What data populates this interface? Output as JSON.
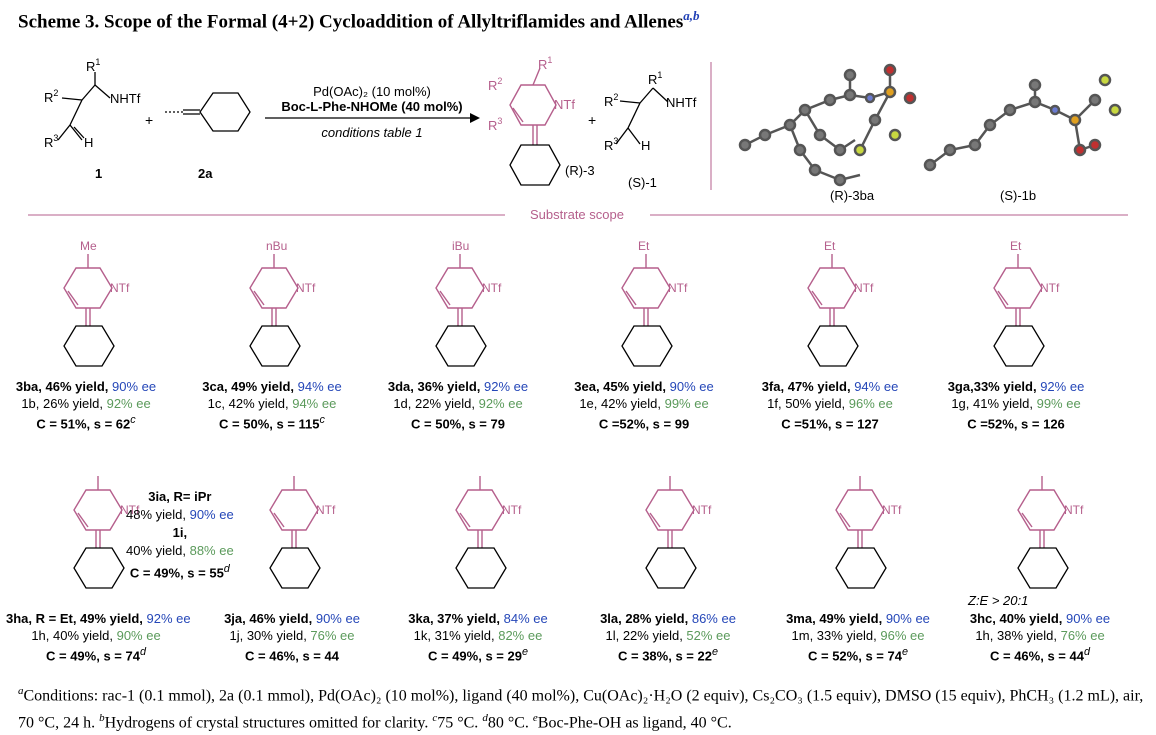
{
  "title": {
    "text": "Scheme 3. Scope of the Formal (4+2) Cycloaddition of Allyltriflamides and Allenes",
    "sup": "a,b"
  },
  "header": {
    "reagent1": "1",
    "reagent2": "2a",
    "plus": "+",
    "cond_line1": "Pd(OAc)₂ (10 mol%)",
    "cond_line2": "Boc-L-Phe-NHOMe (40 mol%)",
    "cond_line3": "conditions table 1",
    "product": "(R)-3",
    "recovered": "(S)-1",
    "crystal1": "(R)-3ba",
    "crystal2": "(S)-1b",
    "section_label": "Substrate scope"
  },
  "row1": [
    {
      "id": "3ba",
      "substituent": "Me",
      "line1": "3ba, 46% yield, ",
      "ee1": "90% ee",
      "line2": "1b, 26% yield, ",
      "ee2": "92% ee",
      "line3": "C = 51%, s = 62",
      "note": "c"
    },
    {
      "id": "3ca",
      "substituent": "nBu",
      "line1": "3ca, 49% yield, ",
      "ee1": "94% ee",
      "line2": "1c, 42% yield, ",
      "ee2": "94% ee",
      "line3": "C = 50%, s = 115",
      "note": "c"
    },
    {
      "id": "3da",
      "substituent": "iBu",
      "line1": "3da, 36% yield, ",
      "ee1": "92% ee",
      "line2": "1d, 22% yield, ",
      "ee2": "92% ee",
      "line3": "C = 50%, s = 79",
      "note": ""
    },
    {
      "id": "3ea",
      "substituent": "Et",
      "line1": "3ea, 45% yield, ",
      "ee1": "90% ee",
      "line2": "1e, 42% yield, ",
      "ee2": "99% ee",
      "line3": "C =52%, s = 99",
      "note": ""
    },
    {
      "id": "3fa",
      "substituent": "Et",
      "line1": "3fa, 47% yield, ",
      "ee1": "94% ee",
      "line2": "1f, 50% yield, ",
      "ee2": "96% ee",
      "line3": "C =51%, s = 127",
      "note": ""
    },
    {
      "id": "3ga",
      "substituent": "Et",
      "line1": "3ga,33% yield, ",
      "ee1": "92% ee",
      "line2": "1g, 41% yield, ",
      "ee2": "99% ee",
      "line3": "C =52%, s = 126",
      "note": ""
    }
  ],
  "row2": [
    {
      "id": "3ha",
      "line1": "3ha, R = Et,  49% yield, ",
      "ee1": "92% ee",
      "line2": "1h, 40% yield, ",
      "ee2": "90% ee",
      "line3": "C = 49%, s = 74",
      "note": "d"
    },
    {
      "id": "3ja",
      "line1": "3ja, 46% yield, ",
      "ee1": "90% ee",
      "line2": "1j, 30% yield, ",
      "ee2": "76% ee",
      "line3": "C = 46%, s = 44",
      "note": ""
    },
    {
      "id": "3ka",
      "line1": "3ka, 37% yield, ",
      "ee1": "84% ee",
      "line2": "1k, 31% yield, ",
      "ee2": "82% ee",
      "line3": "C = 49%, s = 29",
      "note": "e"
    },
    {
      "id": "3la",
      "line1": "3la, 28% yield, ",
      "ee1": "86% ee",
      "line2": "1l, 22% yield, ",
      "ee2": "52% ee",
      "line3": "C = 38%, s = 22",
      "note": "e"
    },
    {
      "id": "3ma",
      "line1": "3ma, 49% yield, ",
      "ee1": "90% ee",
      "line2": "1m, 33% yield, ",
      "ee2": "96% ee",
      "line3": "C = 52%, s = 74",
      "note": "e"
    },
    {
      "id": "3hc",
      "line1": "3hc, 40% yield, ",
      "ee1": "90% ee",
      "line2": "1h, 38% yield, ",
      "ee2": "76% ee",
      "line3": "C = 46%, s = 44",
      "note": "d"
    }
  ],
  "side_3ia": {
    "l1": "3ia, R= iPr",
    "l2": "48% yield, ",
    "ee1": "90% ee",
    "l3": "1i,",
    "l4": "40% yield, ",
    "ee2": "88% ee",
    "l5": "C = 49%, s = 55",
    "note": "d"
  },
  "zE": "Z:E > 20:1",
  "footnote": {
    "a": "Conditions: rac-1 (0.1 mmol), 2a (0.1 mmol), Pd(OAc)₂ (10 mol%), ligand (40 mol%), Cu(OAc)₂·H₂O (2 equiv), Cs₂CO₃ (1.5 equiv), DMSO (15 equiv), PhCH₃ (1.2 mL), air, 70 °C, 24 h.",
    "b": "Hydrogens of crystal structures omitted for clarity.",
    "c": "75 °C.",
    "d": "80 °C.",
    "e": "Boc-Phe-OH as ligand, 40 °C."
  },
  "colors": {
    "accent": "#b55f8c",
    "ee": "#2547b8",
    "ee_recovered": "#5b9a5b"
  }
}
